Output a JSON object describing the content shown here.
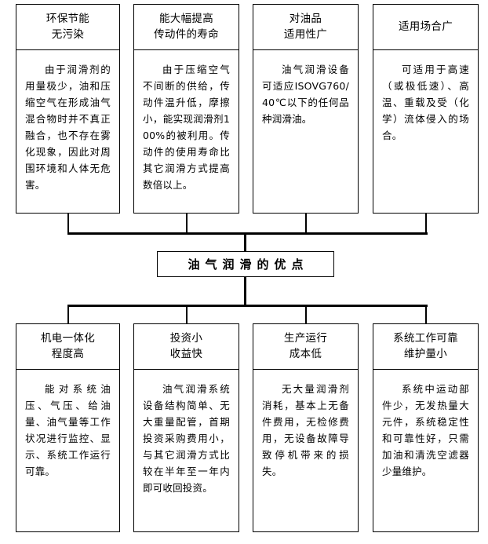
{
  "diagram": {
    "title": "油气润滑的优点",
    "center_label": "油气润滑的优点",
    "line_color": "#000000",
    "box_border_color": "#000000",
    "background_color": "#ffffff",
    "top_boxes": [
      {
        "heading": "环保节能\n无污染",
        "body": "由于润滑剂的用量极少，油和压缩空气在形成油气混合物时并不真正融合，也不存在雾化现象，因此对周围环境和人体无危害。"
      },
      {
        "heading": "能大幅提高\n传动件的寿命",
        "body": "由于压缩空气不间断的供给，传动件温升低，摩擦小，能实现润滑剂100%的被利用。传动件的使用寿命比其它润滑方式提高数倍以上。"
      },
      {
        "heading": "对油品\n适用性广",
        "body": "油气润滑设备可适应ISOVG760/40℃以下的任何品种润滑油。"
      },
      {
        "heading": "适用场合广",
        "body": "可适用于高速（或极低速）、高温、重载及受（化学）流体侵入的场合。"
      }
    ],
    "bottom_boxes": [
      {
        "heading": "机电一体化\n程度高",
        "body": "能对系统油压、气压、给油量、油气量等工作状况进行监控、显示、系统工作运行可靠。"
      },
      {
        "heading": "投资小\n收益快",
        "body": "油气润滑系统设备结构简单、无大重量配管，首期投资采购费用小，与其它润滑方式比较在半年至一年内即可收回投资。"
      },
      {
        "heading": "生产运行\n成本低",
        "body": "无大量润滑剂消耗，基本上无备件费用，无检修费用，无设备故障导致停机带来的损失。"
      },
      {
        "heading": "系统工作可靠\n维护量小",
        "body": "系统中运动部件少，无发热量大元件，系统稳定性和可靠性好，只需加油和清洗空滤器少量维护。"
      }
    ]
  }
}
